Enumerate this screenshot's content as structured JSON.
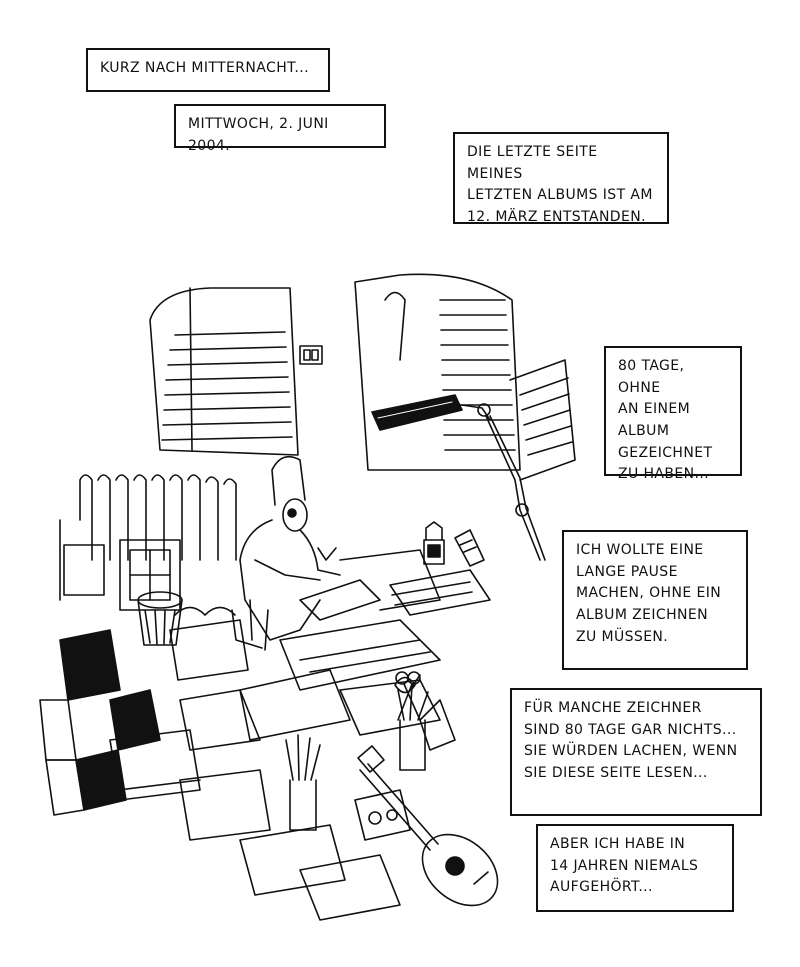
{
  "captions": {
    "c1": "Kurz nach Mitternacht...",
    "c2": "Mittwoch, 2. Juni 2004.",
    "c3": "Die letzte Seite meines\nletzten Albums ist am\n12. März entstanden.",
    "c4": "80 Tage, ohne\nan einem Album\ngezeichnet\nzu haben...",
    "c5": "Ich wollte eine\nlange Pause\nmachen, ohne ein\nAlbum zeichnen\nzu müssen.",
    "c6": "Für manche Zeichner\nsind 80 Tage gar nichts...\nsie würden lachen, wenn\nsie diese Seite lesen...",
    "c7": "Aber ich habe in\n14 Jahren niemals\naufgehört..."
  }
}
